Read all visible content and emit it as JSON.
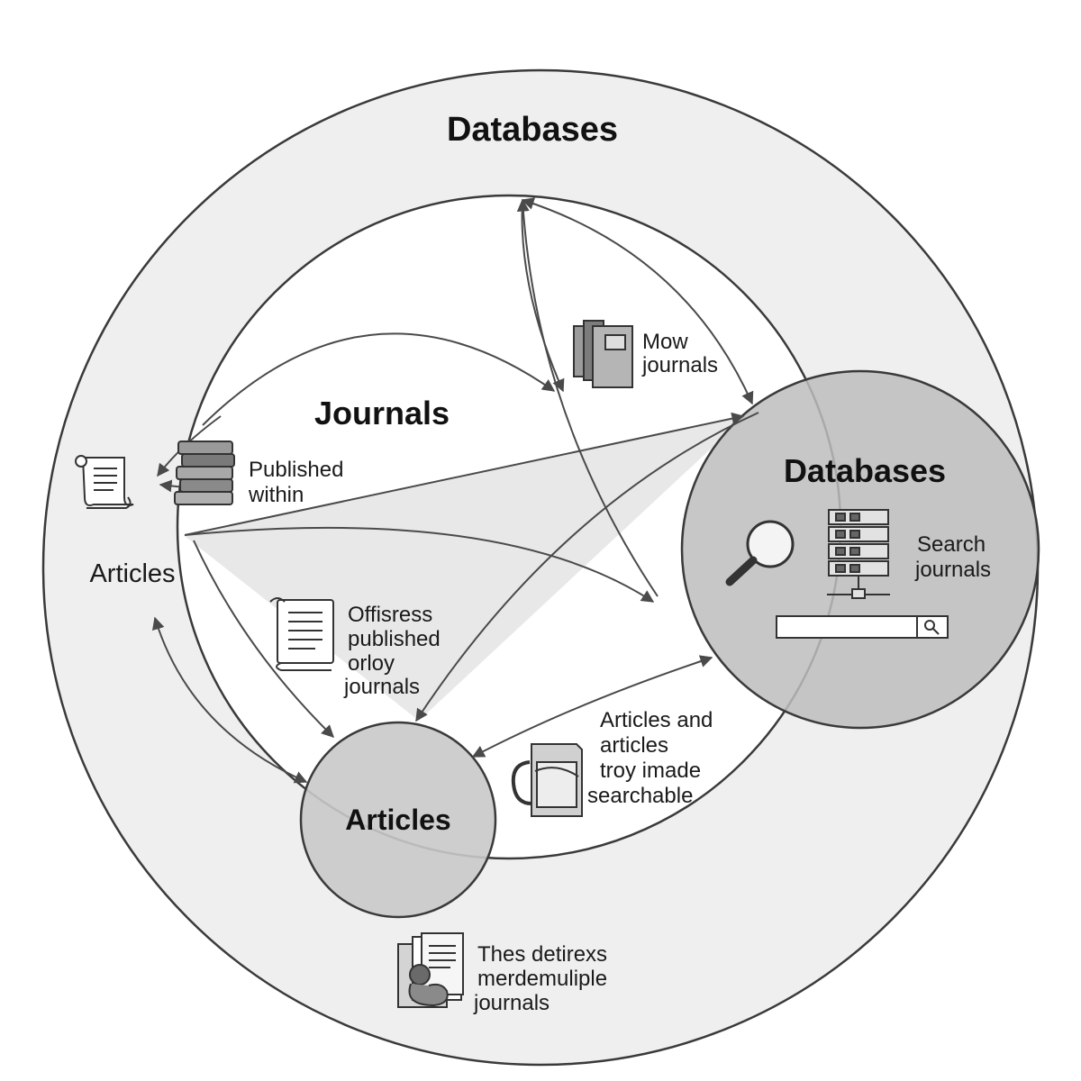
{
  "outer": {
    "title": "Databases"
  },
  "journals": {
    "title": "Journals"
  },
  "databases_node": {
    "title": "Databases",
    "caption_lines": [
      "Search",
      "journals"
    ]
  },
  "articles_node": {
    "title": "Articles"
  },
  "articles_side": {
    "label": "Articles"
  },
  "labels": {
    "mow_journals": [
      "Mow",
      "journals"
    ],
    "published_within": [
      "Published",
      "within"
    ],
    "offisress": [
      "Offisress",
      "published",
      "orloy",
      "journals"
    ],
    "articles_searchable": [
      "Articles and",
      "articles",
      "troy imade",
      "searchable"
    ],
    "thes_detirexs": [
      "Thes detirexs",
      "merdemuliple",
      "journals"
    ]
  },
  "colors": {
    "outer_fill": "#efefef",
    "journals_fill": "#ffffff",
    "db_fill": "#bdbdbd",
    "articles_fill": "#c9c9c9",
    "stroke": "#3a3a3a",
    "arrow": "#4a4a4a"
  },
  "icons": [
    "scroll-icon",
    "book-stack-icon",
    "books-icon",
    "document-scroll-icon",
    "magnifier-icon",
    "server-icon",
    "search-bar-icon",
    "archive-folder-icon",
    "papers-reader-icon"
  ]
}
